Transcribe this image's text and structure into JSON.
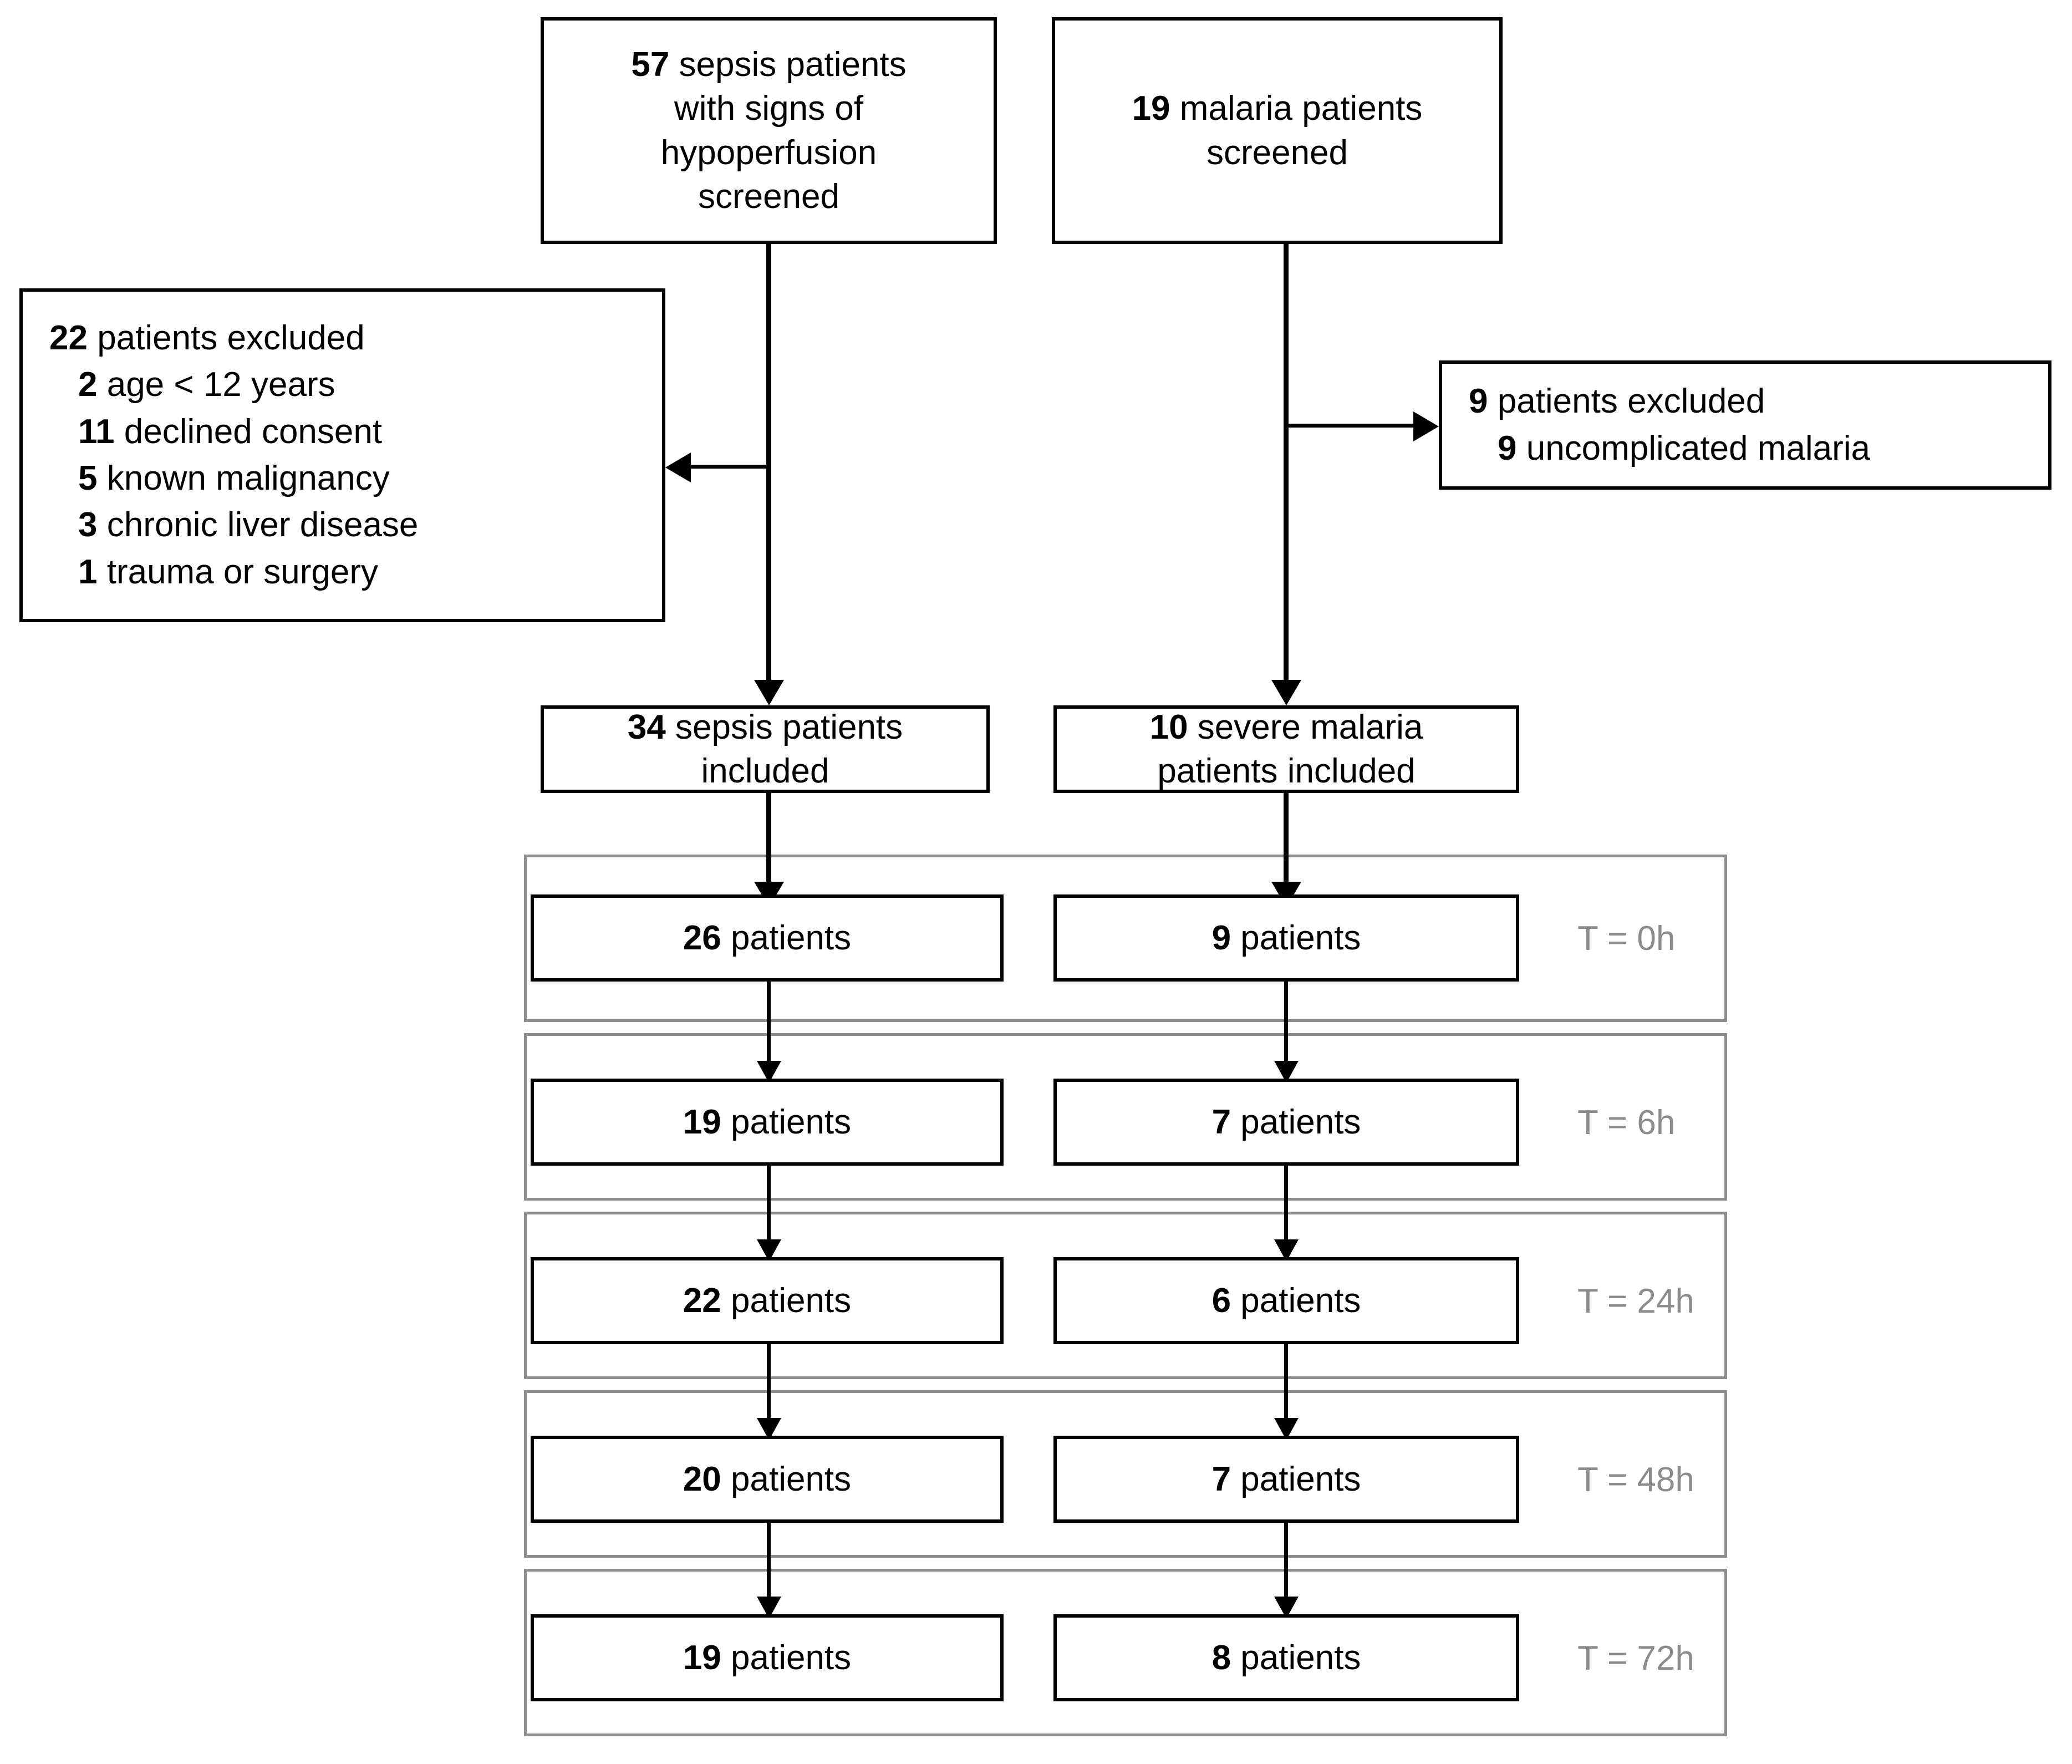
{
  "diagram": {
    "title_type": "CONSORT-style patient flow diagram",
    "screening": {
      "sepsis": {
        "count": "57",
        "text_lines": [
          "57 sepsis patients",
          "with signs of",
          "hypoperfusion",
          "screened"
        ],
        "bold_prefix": "57",
        "rest_line1": " sepsis patients"
      },
      "malaria": {
        "count": "19",
        "text_lines": [
          "19 malaria patients",
          "screened"
        ],
        "bold_prefix": "19",
        "rest_line1": " malaria patients"
      }
    },
    "exclusions": {
      "sepsis": {
        "header_num": "22",
        "header_text": " patients excluded",
        "reasons": [
          {
            "num": "2",
            "text": " age < 12 years"
          },
          {
            "num": "11",
            "text": " declined consent"
          },
          {
            "num": "5",
            "text": " known malignancy"
          },
          {
            "num": "3",
            "text": " chronic liver disease"
          },
          {
            "num": "1",
            "text": " trauma or surgery"
          }
        ]
      },
      "malaria": {
        "header_num": "9",
        "header_text": " patients excluded",
        "reasons": [
          {
            "num": "9",
            "text": " uncomplicated malaria"
          }
        ]
      }
    },
    "included": {
      "sepsis": {
        "num": "34",
        "line1_rest": " sepsis patients",
        "line2": "included"
      },
      "malaria": {
        "num": "10",
        "line1_rest": " severe malaria",
        "line2": "patients included"
      }
    },
    "timepoints": [
      {
        "label": "T = 0h",
        "sepsis_num": "26",
        "sepsis_unit": " patients",
        "malaria_num": "9",
        "malaria_unit": " patients"
      },
      {
        "label": "T = 6h",
        "sepsis_num": "19",
        "sepsis_unit": " patients",
        "malaria_num": "7",
        "malaria_unit": " patients"
      },
      {
        "label": "T = 24h",
        "sepsis_num": "22",
        "sepsis_unit": " patients",
        "malaria_num": "6",
        "malaria_unit": " patients"
      },
      {
        "label": "T = 48h",
        "sepsis_num": "20",
        "sepsis_unit": " patients",
        "malaria_num": "7",
        "malaria_unit": " patients"
      },
      {
        "label": "T = 72h",
        "sepsis_num": "19",
        "sepsis_unit": " patients",
        "malaria_num": "8",
        "malaria_unit": " patients"
      }
    ],
    "colors": {
      "box_border": "#000000",
      "frame_border": "#8c8c8c",
      "label_text": "#8c8c8c",
      "background": "#ffffff"
    }
  }
}
